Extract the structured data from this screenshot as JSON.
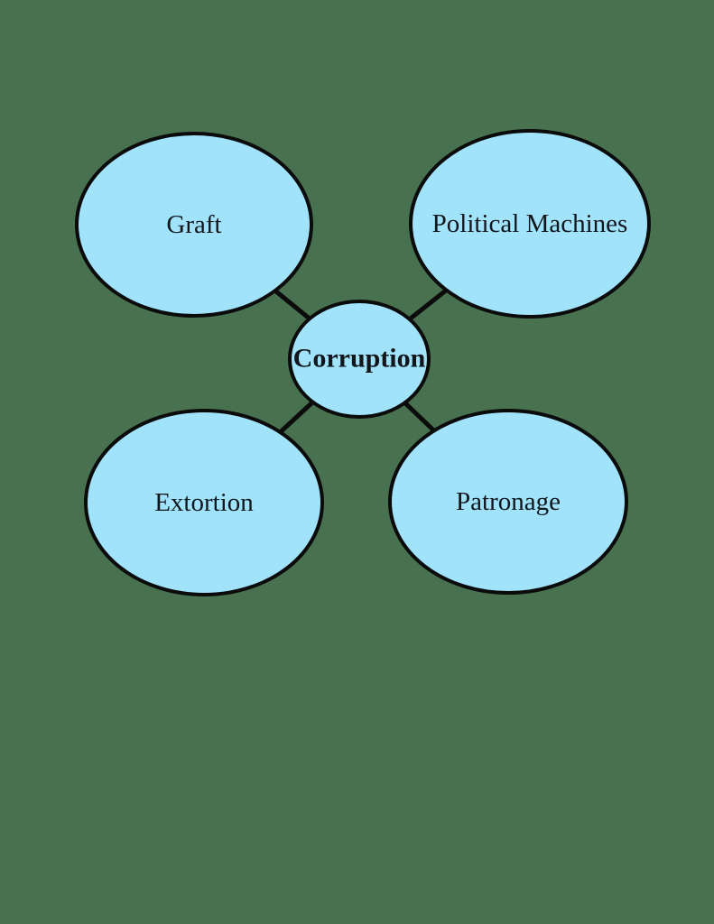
{
  "title": "Corruption concept map",
  "colors": {
    "background": "#48714f",
    "node_fill": "#a0e3fb",
    "node_stroke": "#0b0b0b",
    "connector": "#0b0b0b",
    "text": "#10161c"
  },
  "diagram": {
    "type": "concept-map",
    "center": {
      "label": "Corruption"
    },
    "nodes": [
      {
        "label": "Graft"
      },
      {
        "label": "Political Machines"
      },
      {
        "label": "Extortion"
      },
      {
        "label": "Patronage"
      }
    ],
    "connections": [
      [
        "Corruption",
        "Graft"
      ],
      [
        "Corruption",
        "Political Machines"
      ],
      [
        "Corruption",
        "Extortion"
      ],
      [
        "Corruption",
        "Patronage"
      ]
    ]
  }
}
